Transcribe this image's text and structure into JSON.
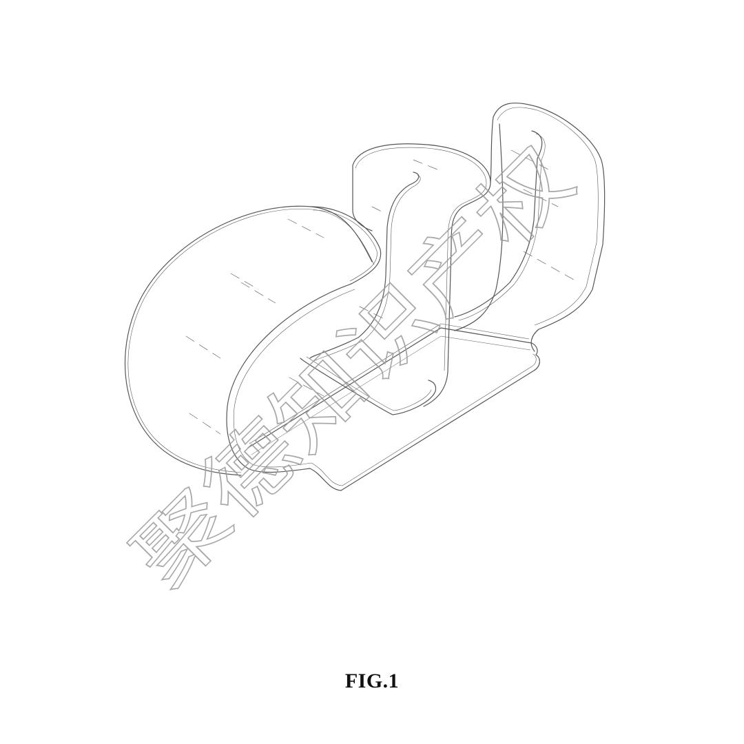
{
  "figure": {
    "caption": "FIG.1",
    "subject": "band-clip-perspective-view"
  },
  "watermark": {
    "text": "聚德知识产权",
    "color": "#9a9a9a"
  },
  "colors": {
    "line": "#555555",
    "background": "#ffffff"
  }
}
